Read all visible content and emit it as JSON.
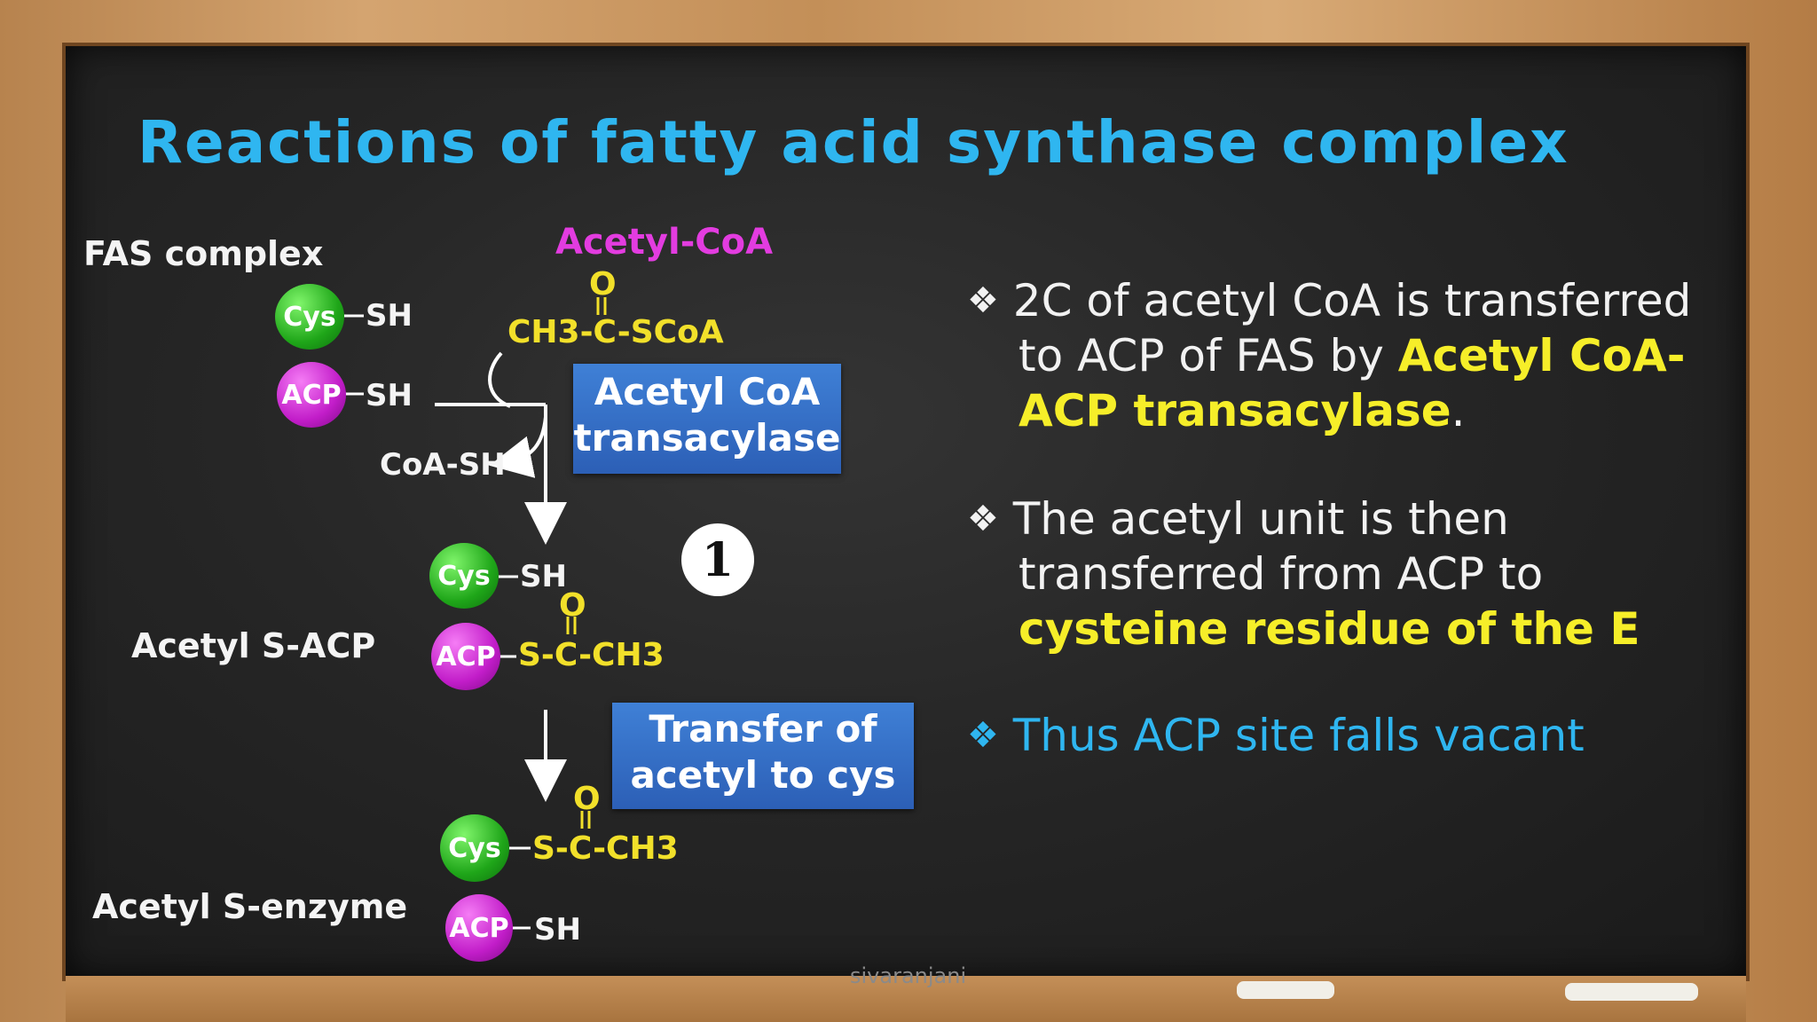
{
  "title": "Reactions of fatty acid synthase complex",
  "diagram": {
    "fas_complex_label": "FAS complex",
    "acetyl_coa_label": "Acetyl-CoA",
    "cys": "Cys",
    "acp": "ACP",
    "sh": "SH",
    "acetyl_coa_structure": "CH3-C-SCoA",
    "o": "O",
    "coa_sh": "CoA-SH",
    "enzyme1": [
      "Acetyl CoA",
      "transacylase"
    ],
    "step_number": "1",
    "acetyl_s_acp_label": "Acetyl S-ACP",
    "s_c_ch3": "S-C-CH3",
    "enzyme2": [
      "Transfer of",
      "acetyl to cys"
    ],
    "acetyl_s_enzyme_label": "Acetyl S-enzyme"
  },
  "bullets": {
    "b1_line1": "2C of acetyl CoA is transferred",
    "b1_line2_plain": "to ACP of FAS by ",
    "b1_line2_hl": "Acetyl CoA-",
    "b1_line3_hl": "ACP transacylase",
    "b1_line3_end": ".",
    "b2_line1": "The acetyl unit is then",
    "b2_line2": "transferred from ACP to",
    "b2_line3_hl": "cysteine residue of the E",
    "b3": "Thus ACP site falls vacant",
    "bullet_symbol": "❖"
  },
  "watermark": "sivaranjani",
  "colors": {
    "title": "#2fb6f0",
    "highlight": "#f6ee29",
    "cys": "#1fa619",
    "acp": "#c21dc9",
    "box": "#3170c8"
  }
}
